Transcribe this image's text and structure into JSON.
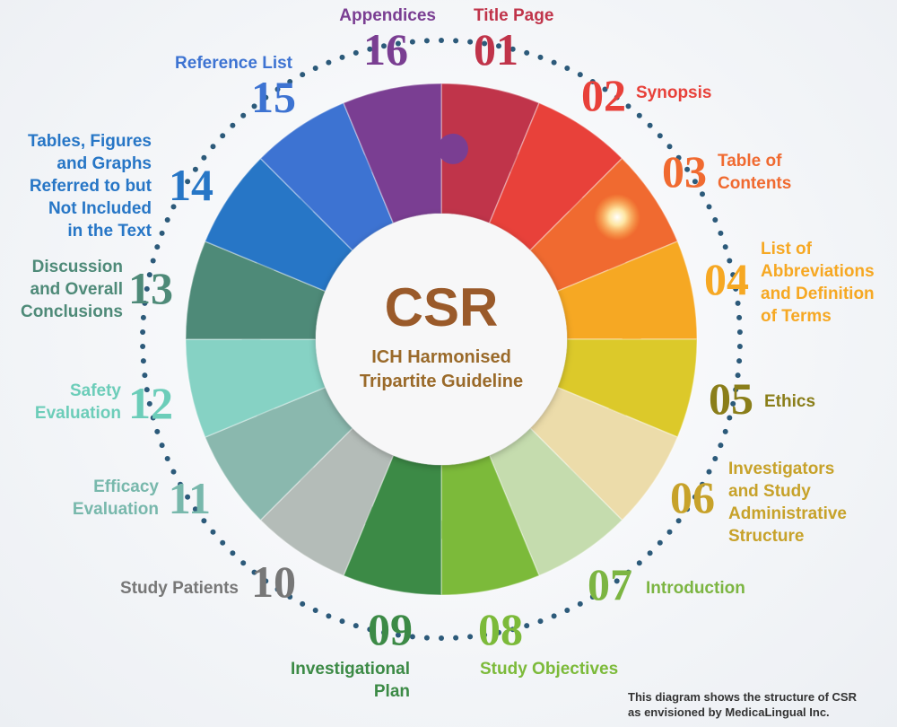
{
  "center": {
    "title": "CSR",
    "subtitle_line1": "ICH Harmonised",
    "subtitle_line2": "Tripartite Guideline"
  },
  "sections": [
    {
      "num": "01",
      "label": [
        "Title Page"
      ],
      "color": "#c0344a",
      "text_color": "#c0344a"
    },
    {
      "num": "02",
      "label": [
        "Synopsis"
      ],
      "color": "#e8413a",
      "text_color": "#e8413a"
    },
    {
      "num": "03",
      "label": [
        "Table of",
        "Contents"
      ],
      "color": "#f06a30",
      "text_color": "#f06a30"
    },
    {
      "num": "04",
      "label": [
        "List of",
        "Abbreviations",
        "and Definition",
        "of Terms"
      ],
      "color": "#f6a823",
      "text_color": "#f6a823"
    },
    {
      "num": "05",
      "label": [
        "Ethics"
      ],
      "color": "#dcc92a",
      "text_color": "#8a7e1a"
    },
    {
      "num": "06",
      "label": [
        "Investigators",
        "and Study",
        "Administrative",
        "Structure"
      ],
      "color": "#ecdcaa",
      "text_color": "#c7a22a"
    },
    {
      "num": "07",
      "label": [
        "Introduction"
      ],
      "color": "#c5dcae",
      "text_color": "#7cb542"
    },
    {
      "num": "08",
      "label": [
        "Study Objectives"
      ],
      "color": "#7cba3a",
      "text_color": "#7cba3a"
    },
    {
      "num": "09",
      "label": [
        "Investigational",
        "Plan"
      ],
      "color": "#3c8a46",
      "text_color": "#3c8a46"
    },
    {
      "num": "10",
      "label": [
        "Study Patients"
      ],
      "color": "#b4bcb8",
      "text_color": "#777777"
    },
    {
      "num": "11",
      "label": [
        "Efficacy",
        "Evaluation"
      ],
      "color": "#8ab8ae",
      "text_color": "#78b8ac"
    },
    {
      "num": "12",
      "label": [
        "Safety",
        "Evaluation"
      ],
      "color": "#86d2c4",
      "text_color": "#6ccdb9"
    },
    {
      "num": "13",
      "label": [
        "Discussion",
        "and Overall",
        "Conclusions"
      ],
      "color": "#4e8a78",
      "text_color": "#4e8a78"
    },
    {
      "num": "14",
      "label": [
        "Tables, Figures",
        "and Graphs",
        "Referred to but",
        "Not Included",
        "in the Text"
      ],
      "color": "#2776c6",
      "text_color": "#2776c6"
    },
    {
      "num": "15",
      "label": [
        "Reference List"
      ],
      "color": "#3d73d2",
      "text_color": "#3d73d2"
    },
    {
      "num": "16",
      "label": [
        "Appendices"
      ],
      "color": "#7a3e92",
      "text_color": "#7a3e92"
    }
  ],
  "ring_dot_color": "#2c5a7a",
  "footnote": {
    "line1": "This diagram shows the structure of CSR",
    "line2": "as envisioned by MedicaLingual Inc."
  }
}
